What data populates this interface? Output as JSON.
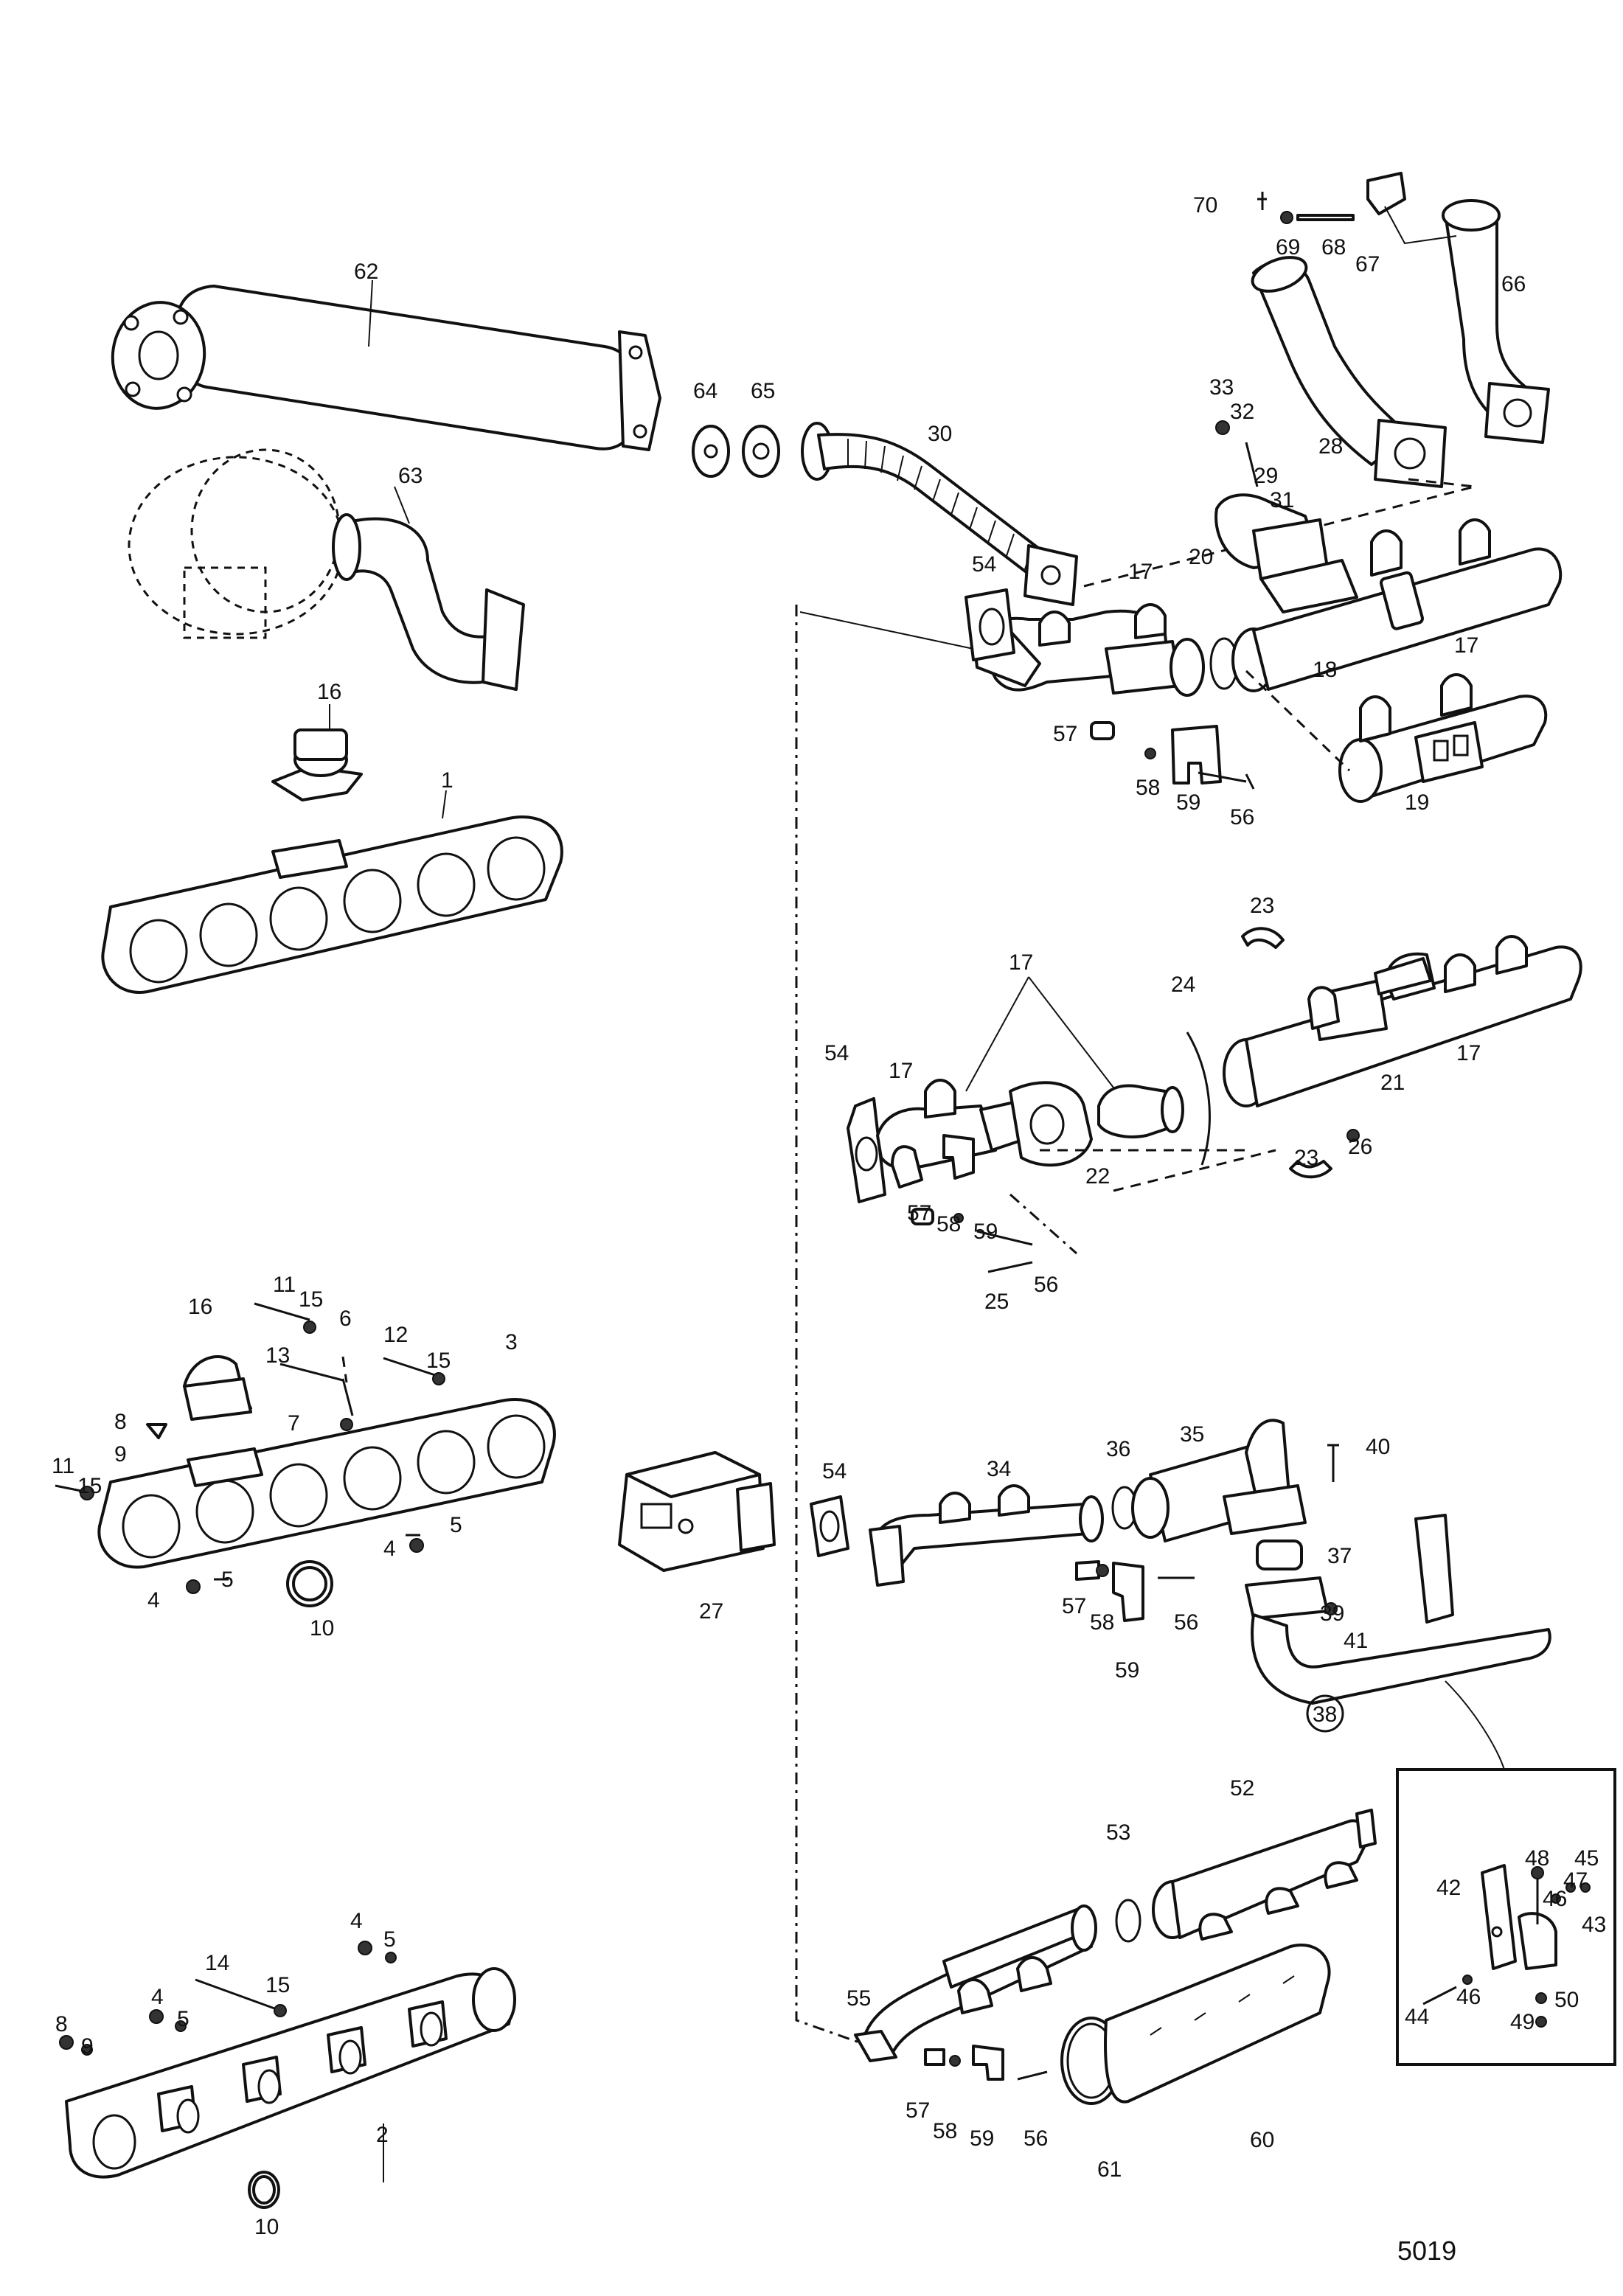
{
  "figure_number": "5019",
  "callouts": [
    {
      "id": "c62",
      "text": "62"
    },
    {
      "id": "c63",
      "text": "63"
    },
    {
      "id": "c16a",
      "text": "16"
    },
    {
      "id": "c1",
      "text": "1"
    },
    {
      "id": "c64",
      "text": "64"
    },
    {
      "id": "c65",
      "text": "65"
    },
    {
      "id": "c30",
      "text": "30"
    },
    {
      "id": "c70",
      "text": "70"
    },
    {
      "id": "c69",
      "text": "69"
    },
    {
      "id": "c68",
      "text": "68"
    },
    {
      "id": "c67",
      "text": "67"
    },
    {
      "id": "c66",
      "text": "66"
    },
    {
      "id": "c33",
      "text": "33"
    },
    {
      "id": "c32",
      "text": "32"
    },
    {
      "id": "c28",
      "text": "28"
    },
    {
      "id": "c29",
      "text": "29"
    },
    {
      "id": "c31",
      "text": "31"
    },
    {
      "id": "c54a",
      "text": "54"
    },
    {
      "id": "c17a",
      "text": "17"
    },
    {
      "id": "c20",
      "text": "20"
    },
    {
      "id": "c18",
      "text": "18"
    },
    {
      "id": "c17b",
      "text": "17"
    },
    {
      "id": "c57a",
      "text": "57"
    },
    {
      "id": "c58a",
      "text": "58"
    },
    {
      "id": "c59a",
      "text": "59"
    },
    {
      "id": "c56a",
      "text": "56"
    },
    {
      "id": "c19",
      "text": "19"
    },
    {
      "id": "c23a",
      "text": "23"
    },
    {
      "id": "c17c",
      "text": "17"
    },
    {
      "id": "c24",
      "text": "24"
    },
    {
      "id": "c54b",
      "text": "54"
    },
    {
      "id": "c17d",
      "text": "17"
    },
    {
      "id": "c21",
      "text": "21"
    },
    {
      "id": "c17e",
      "text": "17"
    },
    {
      "id": "c22",
      "text": "22"
    },
    {
      "id": "c23b",
      "text": "23"
    },
    {
      "id": "c26",
      "text": "26"
    },
    {
      "id": "c57b",
      "text": "57"
    },
    {
      "id": "c58b",
      "text": "58"
    },
    {
      "id": "c59b",
      "text": "59"
    },
    {
      "id": "c25",
      "text": "25"
    },
    {
      "id": "c56b",
      "text": "56"
    },
    {
      "id": "c11a",
      "text": "11"
    },
    {
      "id": "c15a",
      "text": "15"
    },
    {
      "id": "c6",
      "text": "6"
    },
    {
      "id": "c16b",
      "text": "16"
    },
    {
      "id": "c12",
      "text": "12"
    },
    {
      "id": "c15b",
      "text": "15"
    },
    {
      "id": "c3",
      "text": "3"
    },
    {
      "id": "c13",
      "text": "13"
    },
    {
      "id": "c7",
      "text": "7"
    },
    {
      "id": "c8a",
      "text": "8"
    },
    {
      "id": "c9a",
      "text": "9"
    },
    {
      "id": "c11b",
      "text": "11"
    },
    {
      "id": "c15c",
      "text": "15"
    },
    {
      "id": "c5a",
      "text": "5"
    },
    {
      "id": "c4a",
      "text": "4"
    },
    {
      "id": "c5b",
      "text": "5"
    },
    {
      "id": "c4b",
      "text": "4"
    },
    {
      "id": "c10a",
      "text": "10"
    },
    {
      "id": "c54c",
      "text": "54"
    },
    {
      "id": "c34",
      "text": "34"
    },
    {
      "id": "c36",
      "text": "36"
    },
    {
      "id": "c35",
      "text": "35"
    },
    {
      "id": "c40",
      "text": "40"
    },
    {
      "id": "c27",
      "text": "27"
    },
    {
      "id": "c57c",
      "text": "57"
    },
    {
      "id": "c58c",
      "text": "58"
    },
    {
      "id": "c56c",
      "text": "56"
    },
    {
      "id": "c59c",
      "text": "59"
    },
    {
      "id": "c37",
      "text": "37"
    },
    {
      "id": "c39",
      "text": "39"
    },
    {
      "id": "c41",
      "text": "41"
    },
    {
      "id": "c38",
      "text": "38"
    },
    {
      "id": "c52",
      "text": "52"
    },
    {
      "id": "c53",
      "text": "53"
    },
    {
      "id": "c55",
      "text": "55"
    },
    {
      "id": "c57d",
      "text": "57"
    },
    {
      "id": "c58d",
      "text": "58"
    },
    {
      "id": "c59d",
      "text": "59"
    },
    {
      "id": "c56d",
      "text": "56"
    },
    {
      "id": "c61",
      "text": "61"
    },
    {
      "id": "c60",
      "text": "60"
    },
    {
      "id": "c42",
      "text": "42"
    },
    {
      "id": "c48",
      "text": "48"
    },
    {
      "id": "c45",
      "text": "45"
    },
    {
      "id": "c47",
      "text": "47"
    },
    {
      "id": "c46a",
      "text": "46"
    },
    {
      "id": "c43",
      "text": "43"
    },
    {
      "id": "c46b",
      "text": "46"
    },
    {
      "id": "c44",
      "text": "44"
    },
    {
      "id": "c49",
      "text": "49"
    },
    {
      "id": "c50",
      "text": "50"
    },
    {
      "id": "c14",
      "text": "14"
    },
    {
      "id": "c4c",
      "text": "4"
    },
    {
      "id": "c5c",
      "text": "5"
    },
    {
      "id": "c15d",
      "text": "15"
    },
    {
      "id": "c4d",
      "text": "4"
    },
    {
      "id": "c5d",
      "text": "5"
    },
    {
      "id": "c8b",
      "text": "8"
    },
    {
      "id": "c9b",
      "text": "9"
    },
    {
      "id": "c2",
      "text": "2"
    },
    {
      "id": "c10b",
      "text": "10"
    }
  ]
}
